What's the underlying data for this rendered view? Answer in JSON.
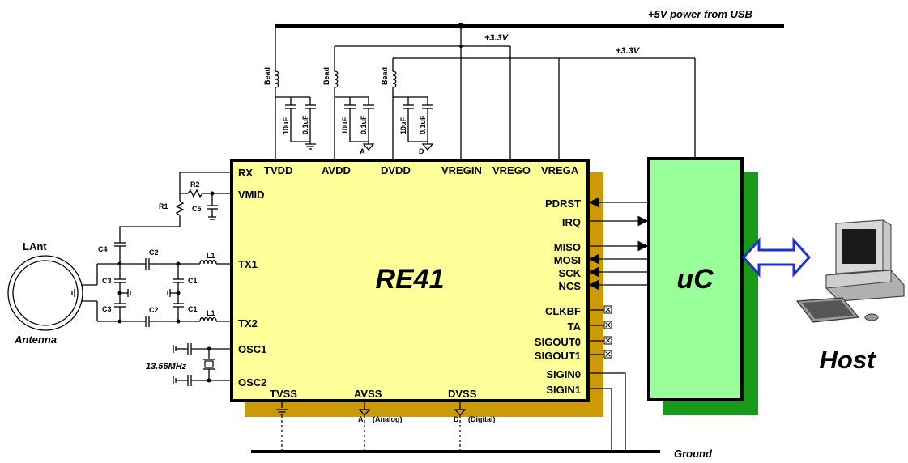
{
  "rails": {
    "power_usb": "+5V power from USB",
    "rail1": "+3.3V",
    "rail2": "+3.3V",
    "ground": "Ground"
  },
  "chip": {
    "name": "RE41",
    "top_pins": [
      "TVDD",
      "AVDD",
      "DVDD",
      "VREGIN",
      "VREGO",
      "VREGA"
    ],
    "left_pins": [
      "RX",
      "VMID",
      "TX1",
      "TX2",
      "OSC1",
      "OSC2"
    ],
    "right_pins": [
      "PDRST",
      "IRQ",
      "MISO",
      "MOSI",
      "SCK",
      "NCS",
      "CLKBF",
      "TA",
      "SIGOUT0",
      "SIGOUT1",
      "SIGIN0",
      "SIGIN1"
    ],
    "bottom_pins": [
      "TVSS",
      "AVSS",
      "DVSS"
    ],
    "gnd_notes": [
      "A",
      "(Analog)",
      "D",
      "(Digital)"
    ]
  },
  "uc": {
    "name": "uC"
  },
  "host": {
    "name": "Host"
  },
  "antenna": {
    "label": "LAnt",
    "caption": "Antenna"
  },
  "crystal": {
    "label": "13.56MHz"
  },
  "components": {
    "bead": "Bead",
    "cap_10u": "10uF",
    "cap_01u": "0.1uF",
    "r1": "R1",
    "r2": "R2",
    "c5": "C5",
    "c4": "C4",
    "c2": "C2",
    "c3": "C3",
    "c1": "C1",
    "l1": "L1",
    "gnd_a": "A",
    "gnd_d": "D"
  },
  "colors": {
    "chip_fill": "#ffff99",
    "chip_shadow": "#cc9a06",
    "uc_fill": "#99ff99",
    "uc_shadow": "#1a9a1a",
    "arrow_outline": "#1f2fd0"
  }
}
